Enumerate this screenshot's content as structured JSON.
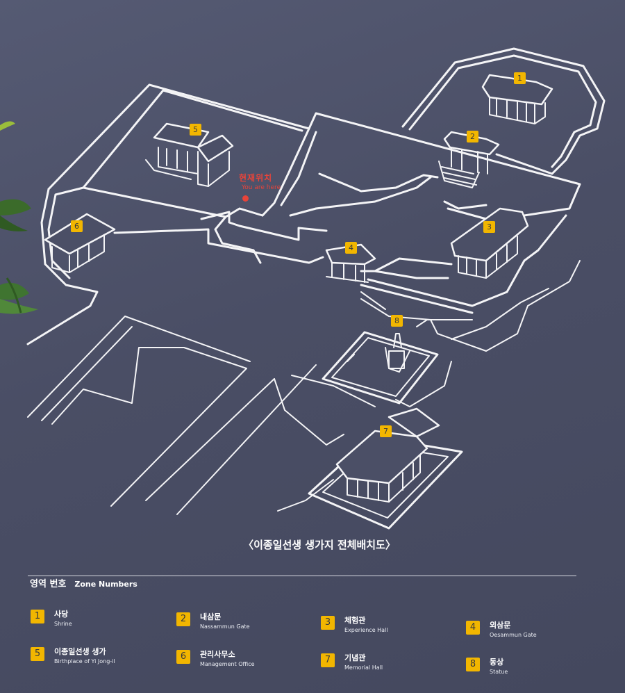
{
  "map": {
    "title": "〈이종일선생 생가지 전체배치도〉",
    "you_are_here_ko": "현재위치",
    "you_are_here_en": "You are here",
    "markers": [
      "1",
      "2",
      "3",
      "4",
      "5",
      "6",
      "7",
      "8"
    ]
  },
  "legend": {
    "heading_ko": "영역 번호",
    "heading_en": "Zone Numbers",
    "items": [
      {
        "num": "1",
        "ko": "사당",
        "en": "Shrine"
      },
      {
        "num": "2",
        "ko": "내삼문",
        "en": "Nassammun Gate"
      },
      {
        "num": "3",
        "ko": "체험관",
        "en": "Experience Hall"
      },
      {
        "num": "4",
        "ko": "외삼문",
        "en": "Oesammun Gate"
      },
      {
        "num": "5",
        "ko": "이종일선생 생가",
        "en": "Birthplace of Yi Jong-il"
      },
      {
        "num": "6",
        "ko": "관리사무소",
        "en": "Management Office"
      },
      {
        "num": "7",
        "ko": "기념관",
        "en": "Memorial Hall"
      },
      {
        "num": "8",
        "ko": "동상",
        "en": "Statue"
      }
    ]
  },
  "colors": {
    "board": "#4b4f66",
    "line": "#f4f4f6",
    "marker": "#f2b600",
    "here": "#e8443a"
  }
}
